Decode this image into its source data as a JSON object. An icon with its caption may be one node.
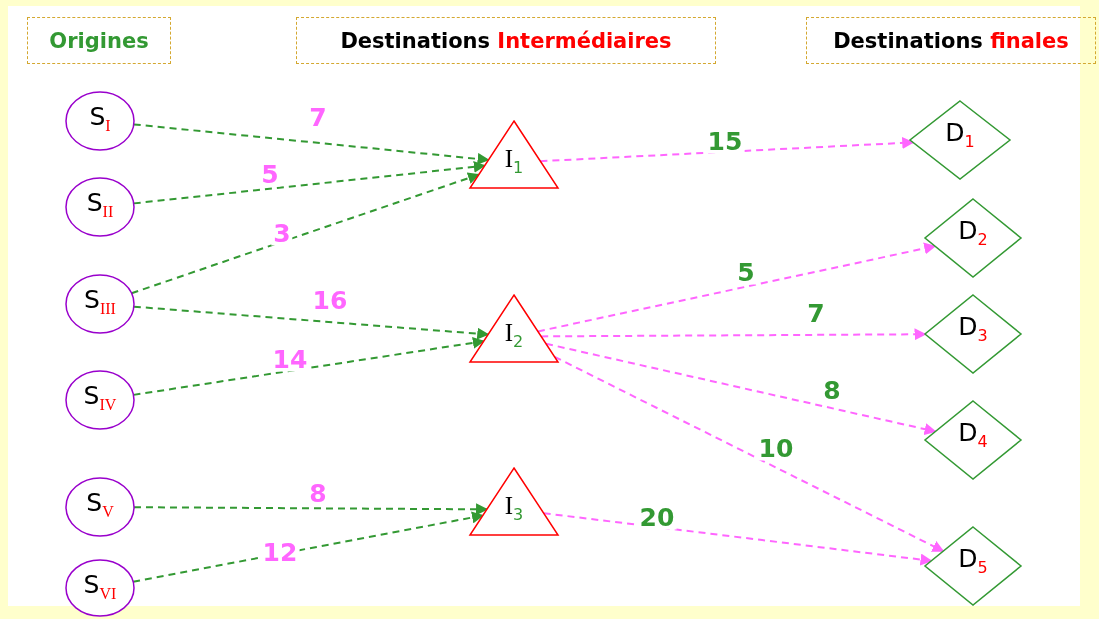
{
  "diagram": {
    "nodes": [
      {
        "text": [
          "Origines"
        ]
      },
      {
        "text": [
          "Destinations Intermédiaires"
        ]
      },
      {
        "text": [
          "Destinations finales"
        ]
      },
      {
        "text": [
          "S$_{I}$"
        ]
      },
      {
        "text": [
          "S$_{II}$"
        ]
      },
      {
        "text": [
          "S$_{III}$"
        ]
      },
      {
        "text": [
          "S$_{IV}$"
        ]
      },
      {
        "text": [
          "S$_{V}$"
        ]
      },
      {
        "text": [
          "S$_{VI}$"
        ]
      },
      {
        "text": [
          "I$_{1}$"
        ]
      },
      {
        "text": [
          "I$_{2}$"
        ]
      },
      {
        "text": [
          "I$_{3}$"
        ]
      },
      {
        "text": [
          "D$_{1}$"
        ]
      },
      {
        "text": [
          "D$_{2}$"
        ]
      },
      {
        "text": [
          "D$_{3}$"
        ]
      },
      {
        "text": [
          "D$_{4}$"
        ]
      },
      {
        "text": [
          "D$_{5}$"
        ]
      }
    ],
    "edges": [
      {
        "from": 3,
        "to": 9,
        "arrow": "to",
        "label": "7",
        "style": "dashed"
      },
      {
        "from": 4,
        "to": 9,
        "arrow": "to",
        "label": "5",
        "style": "dashed"
      },
      {
        "from": 5,
        "to": 9,
        "arrow": "to",
        "label": "3",
        "style": "dashed"
      },
      {
        "from": 5,
        "to": 10,
        "arrow": "to",
        "label": "16",
        "style": "dashed"
      },
      {
        "from": 6,
        "to": 10,
        "arrow": "to",
        "label": "14",
        "style": "dashed"
      },
      {
        "from": 7,
        "to": 11,
        "arrow": "to",
        "label": "8",
        "style": "dashed"
      },
      {
        "from": 8,
        "to": 11,
        "arrow": "to",
        "label": "12",
        "style": "dashed"
      },
      {
        "from": 9,
        "to": 12,
        "arrow": "to",
        "label": "15",
        "style": "dashed",
        "color": "#ff66ff"
      },
      {
        "from": 10,
        "to": 13,
        "arrow": "to",
        "label": "5",
        "style": "dashed",
        "color": "#ff66ff"
      },
      {
        "from": 10,
        "to": 14,
        "arrow": "to",
        "label": "7",
        "style": "dashed",
        "color": "#ff66ff"
      },
      {
        "from": 10,
        "to": 15,
        "arrow": "to",
        "label": "8",
        "style": "dashed",
        "color": "#ff66ff"
      },
      {
        "from": 10,
        "to": 16,
        "arrow": "to",
        "label": "10",
        "style": "dashed",
        "color": "#ff66ff"
      },
      {
        "from": 11,
        "to": 16,
        "arrow": "to",
        "label": "20",
        "style": "dashed",
        "color": "#ff66ff"
      }
    ]
  }
}
